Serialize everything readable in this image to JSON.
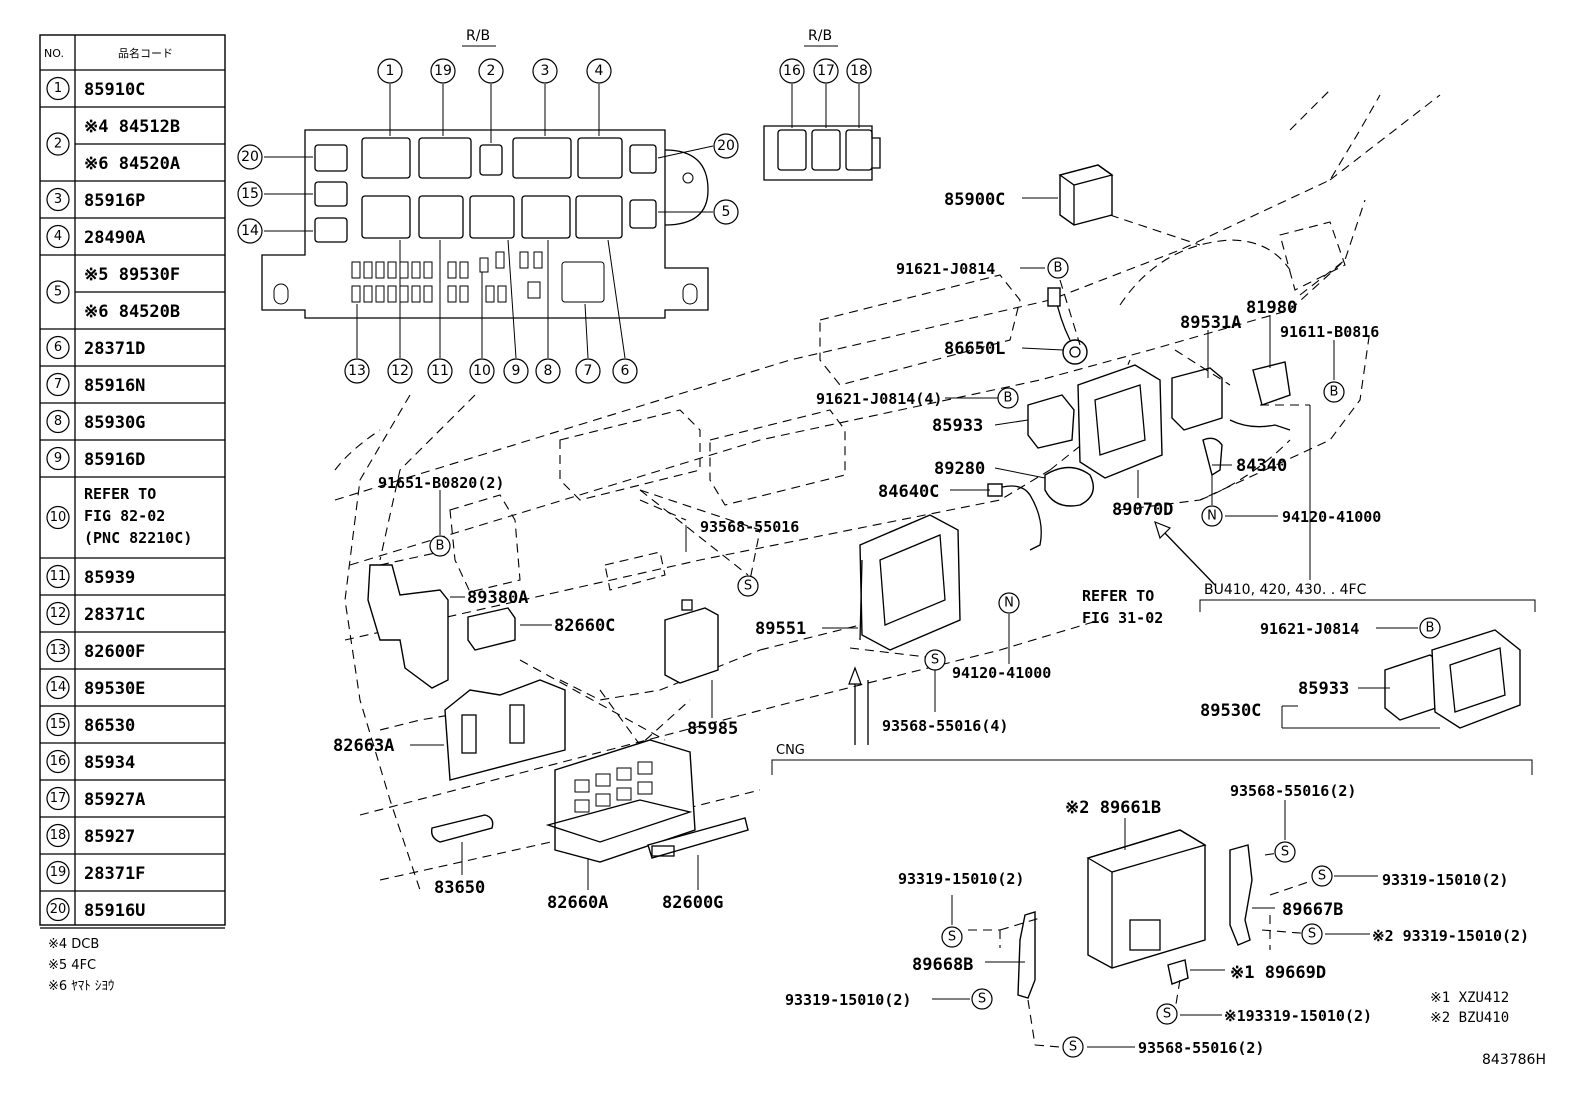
{
  "parts_table": {
    "header_no": "NO.",
    "header_code": "品名コード",
    "rows": [
      {
        "no": "1",
        "codes": [
          "85910C"
        ]
      },
      {
        "no": "2",
        "codes": [
          "※4 84512B",
          "※6 84520A"
        ]
      },
      {
        "no": "3",
        "codes": [
          "85916P"
        ]
      },
      {
        "no": "4",
        "codes": [
          "28490A"
        ]
      },
      {
        "no": "5",
        "codes": [
          "※5 89530F",
          "※6 84520B"
        ]
      },
      {
        "no": "6",
        "codes": [
          "28371D"
        ]
      },
      {
        "no": "7",
        "codes": [
          "85916N"
        ]
      },
      {
        "no": "8",
        "codes": [
          "85930G"
        ]
      },
      {
        "no": "9",
        "codes": [
          "85916D"
        ]
      },
      {
        "no": "10",
        "codes": [
          "REFER TO",
          "FIG 82-02",
          "(PNC 82210C)"
        ]
      },
      {
        "no": "11",
        "codes": [
          "85939"
        ]
      },
      {
        "no": "12",
        "codes": [
          "28371C"
        ]
      },
      {
        "no": "13",
        "codes": [
          "82600F"
        ]
      },
      {
        "no": "14",
        "codes": [
          "89530E"
        ]
      },
      {
        "no": "15",
        "codes": [
          "86530"
        ]
      },
      {
        "no": "16",
        "codes": [
          "85934"
        ]
      },
      {
        "no": "17",
        "codes": [
          "85927A"
        ]
      },
      {
        "no": "18",
        "codes": [
          "85927"
        ]
      },
      {
        "no": "19",
        "codes": [
          "28371F"
        ]
      },
      {
        "no": "20",
        "codes": [
          "85916U"
        ]
      }
    ]
  },
  "legend_notes": [
    "※4 DCB",
    "※5 4FC",
    "※6 ﾔﾏﾄ ｼﾖｳ"
  ],
  "relay_block": {
    "label_main": "R/B",
    "label_sub": "R/B",
    "top_callouts": [
      "1",
      "19",
      "2",
      "3",
      "4"
    ],
    "sub_callouts": [
      "16",
      "17",
      "18"
    ],
    "bottom_callouts": [
      "13",
      "12",
      "11",
      "10",
      "9",
      "8",
      "7",
      "6"
    ],
    "side_callouts": [
      "20",
      "15",
      "14",
      "20",
      "5"
    ]
  },
  "part_labels": {
    "p85900C": "85900C",
    "p91621_J0814_a": "91621-J0814",
    "p86650L": "86650L",
    "p89531A": "89531A",
    "p81980": "81980",
    "p91611_B0816": "91611-B0816",
    "p91621_J0814_4": "91621-J0814(4)",
    "p85933_a": "85933",
    "p89280": "89280",
    "p84640C": "84640C",
    "p84340": "84340",
    "p89070D": "89070D",
    "p94120_41000_a": "94120-41000",
    "p91651_B0820": "91651-B0820(2)",
    "p93568_55016_a": "93568-55016",
    "p89380A": "89380A",
    "p82660C": "82660C",
    "p89551": "89551",
    "refer_to_1": "REFER TO",
    "refer_to_2": "FIG 31-02",
    "p94120_41000_b": "94120-41000",
    "p85985": "85985",
    "p93568_55016_4": "93568-55016(4)",
    "p82663A": "82663A",
    "p83650": "83650",
    "p82660A": "82660A",
    "p82600G": "82600G"
  },
  "variant_box": {
    "label": "BU410, 420, 430. . 4FC",
    "p91621_J0814": "91621-J0814",
    "p85933": "85933",
    "p89530C": "89530C"
  },
  "cng_box": {
    "label": "CNG",
    "p89661B": "※2 89661B",
    "p93568_55016_2a": "93568-55016(2)",
    "p93319_15010_2a": "93319-15010(2)",
    "p93319_15010_2b": "93319-15010(2)",
    "p89667B": "89667B",
    "p93319_15010_2c": "※2 93319-15010(2)",
    "p89668B": "89668B",
    "p89669D": "※1 89669D",
    "p93319_15010_2d": "93319-15010(2)",
    "p93319_15010_2e": "※193319-15010(2)",
    "p93568_55016_2b": "93568-55016(2)"
  },
  "symbols": {
    "bolt_b": "B",
    "bolt_s": "S",
    "nut_n": "N"
  },
  "model_notes": [
    "※1 XZU412",
    "※2 BZU410"
  ],
  "figure_id": "843786H"
}
